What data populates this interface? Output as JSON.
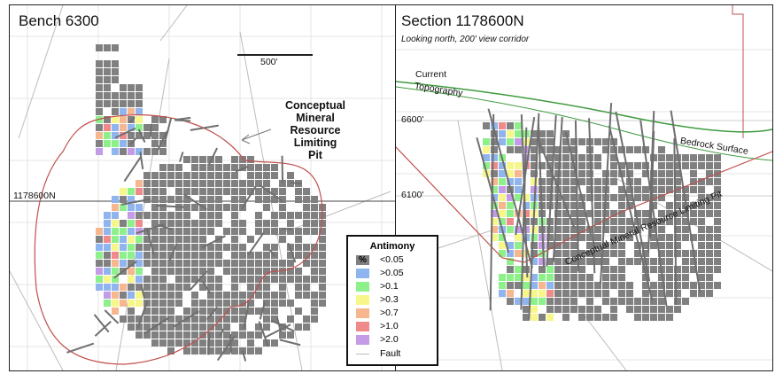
{
  "left_panel": {
    "title": "Bench 6300",
    "scale_label": "500'",
    "northing_label": "1178600N",
    "pit_label_lines": [
      "Conceptual",
      "Mineral",
      "Resource",
      "Limiting",
      "Pit"
    ]
  },
  "right_panel": {
    "title": "Section 1178600N",
    "subtitle": "Looking north, 200' view corridor",
    "topography_label_lines": [
      "Current",
      "Topography"
    ],
    "bedrock_label": "Bedrock Surface",
    "pit_label": "Conceptual Mineral Resource Limiting Pit",
    "elevation_labels": [
      "6600'",
      "6100'"
    ]
  },
  "legend": {
    "title": "Antimony",
    "unit": "%",
    "items": [
      {
        "label": "<0.05",
        "color": "#808080"
      },
      {
        "label": ">0.05",
        "color": "#8fb4ee"
      },
      {
        "label": ">0.1",
        "color": "#8ef08a"
      },
      {
        "label": ">0.3",
        "color": "#f6f68a"
      },
      {
        "label": ">0.7",
        "color": "#f6b68e"
      },
      {
        "label": ">1.0",
        "color": "#f08a8a"
      },
      {
        "label": ">2.0",
        "color": "#c39be6"
      }
    ],
    "fault_label": "Fault",
    "fault_color": "#bcbcbc"
  },
  "colors": {
    "block_gray": "#808080",
    "pit_outline": "#c0504d",
    "topography": "#3d9a3d",
    "drillhole": "#6f6f6f",
    "fault": "#bcbcbc"
  }
}
